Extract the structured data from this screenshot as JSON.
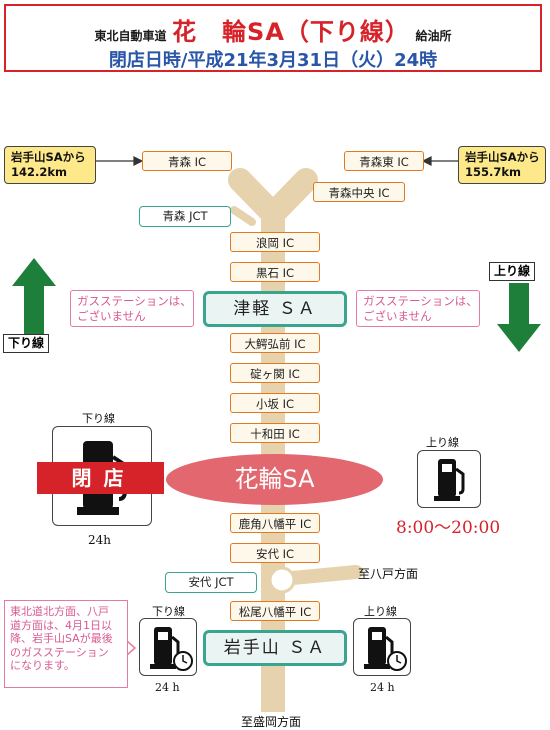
{
  "header": {
    "road": "東北自動車道",
    "sa_name": "花　輪SA（下り線）",
    "facility": "給油所",
    "notice": "閉店日時/平成21年3月31日（火）24時"
  },
  "top": {
    "left_ic": "青森 IC",
    "right_ic": "青森東 IC",
    "chuo_ic": "青森中央 IC",
    "jct": "青森 JCT",
    "left_dist_line1": "岩手山SAから",
    "left_dist_line2": "142.2km",
    "right_dist_line1": "岩手山SAから",
    "right_dist_line2": "155.7km"
  },
  "route_upper": [
    "浪岡 IC",
    "黒石 IC"
  ],
  "tsugaru_sa": "津軽 ＳＡ",
  "no_gas_left": {
    "line1": "ガスステーションは、",
    "line2": "ございません"
  },
  "no_gas_right": {
    "line1": "ガスステーションは、",
    "line2": "ございません"
  },
  "direction": {
    "down": "下り線",
    "up": "上り線"
  },
  "route_middle": [
    "大鰐弘前 IC",
    "碇ヶ関 IC",
    "小坂 IC",
    "十和田 IC"
  ],
  "hanawa": {
    "label": "花輪SA",
    "down_label": "下り線",
    "closed": "閉店",
    "down_hours": "24h",
    "up_label": "上り線",
    "up_hours": "8:00〜20:00"
  },
  "route_lower": [
    "鹿角八幡平 IC",
    "安代 IC"
  ],
  "ashiro_jct": "安代 JCT",
  "hachinohe": "至八戸方面",
  "matsuo_ic": "松尾八幡平 IC",
  "iwate_sa": "岩手山 ＳＡ",
  "iwate": {
    "down_label": "下り線",
    "down_hours": "24 h",
    "up_label": "上り線",
    "up_hours": "24 h"
  },
  "note_lines": [
    "東北道北方面、八戸",
    "道方面は、4月1日以",
    "降、岩手山SAが最後",
    "のガスステーション",
    "になります。"
  ],
  "morioka": "至盛岡方面",
  "colors": {
    "road": "#e6d2ad",
    "red": "#d6232a",
    "green": "#1e7f3a",
    "teal": "#3aa58e",
    "orange": "#e07a22",
    "pink": "#e57aa6",
    "blue": "#2a56a8"
  }
}
